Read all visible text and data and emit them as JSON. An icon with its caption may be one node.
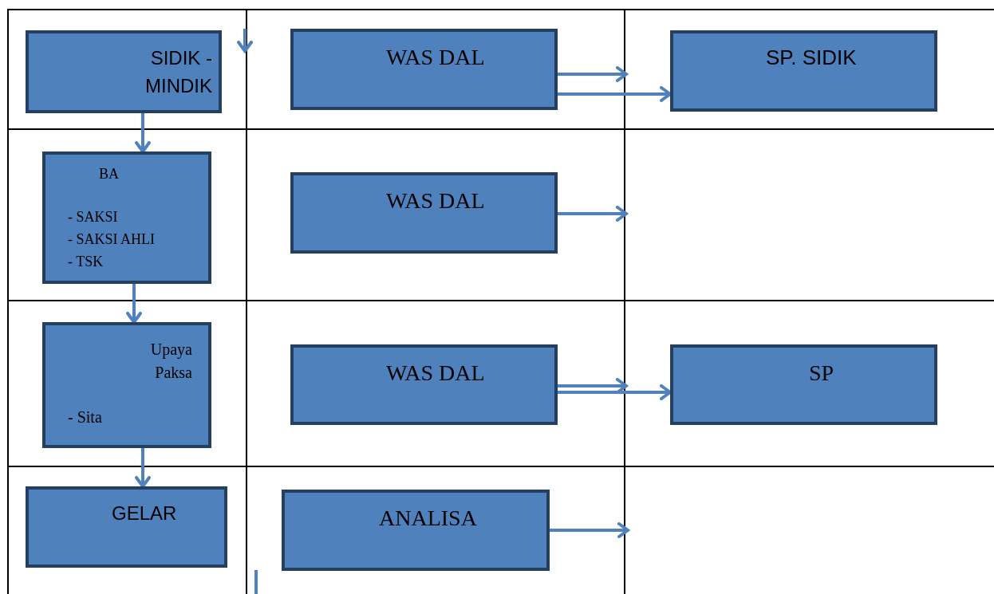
{
  "diagram": {
    "nodes": [
      {
        "text": [
          "SIDIK - MINDIK"
        ]
      },
      {
        "text": [
          "WAS DAL"
        ]
      },
      {
        "text": [
          "SP. SIDIK"
        ]
      },
      {
        "text": [
          "BA",
          "- SAKSI",
          "- SAKSI AHLI",
          "- TSK"
        ]
      },
      {
        "text": [
          "WAS DAL"
        ]
      },
      {
        "text": [
          "Upaya Paksa",
          "- Sita"
        ]
      },
      {
        "text": [
          "WAS DAL"
        ]
      },
      {
        "text": [
          "SP"
        ]
      },
      {
        "text": [
          "GELAR"
        ]
      },
      {
        "text": [
          "ANALISA"
        ]
      }
    ],
    "edges": [
      {
        "from": 0,
        "to": 3,
        "arrow": "to"
      },
      {
        "from": 3,
        "to": 5,
        "arrow": "to"
      },
      {
        "from": 5,
        "to": 8,
        "arrow": "to"
      },
      {
        "from": 1,
        "to": null,
        "arrow": "to"
      },
      {
        "from": 1,
        "to": 2,
        "arrow": "to"
      },
      {
        "from": 4,
        "to": null,
        "arrow": "to"
      },
      {
        "from": 6,
        "to": null,
        "arrow": "to"
      },
      {
        "from": 6,
        "to": 7,
        "arrow": "to"
      },
      {
        "from": 9,
        "to": null,
        "arrow": "to"
      }
    ]
  }
}
